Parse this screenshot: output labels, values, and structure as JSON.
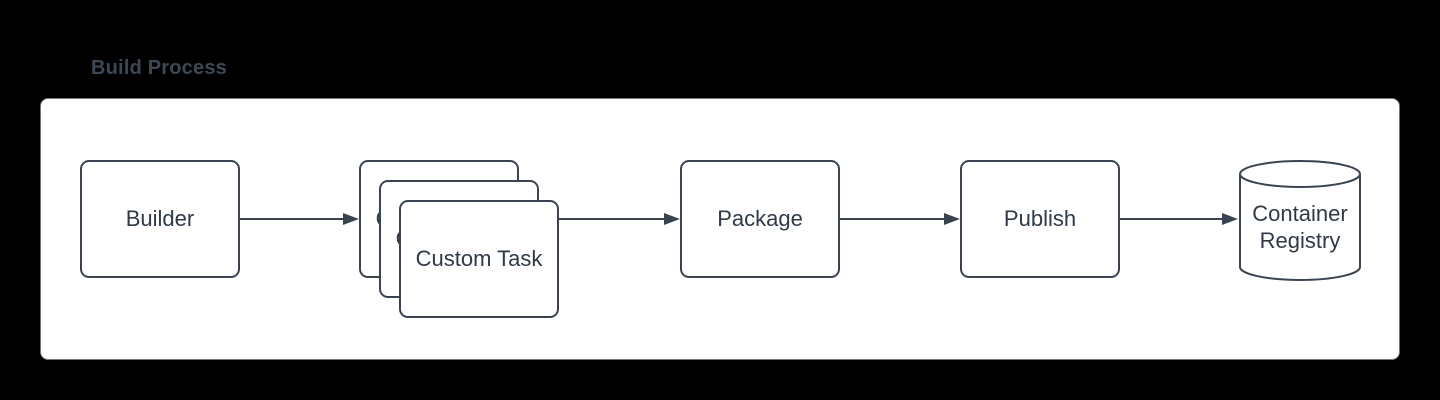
{
  "page": {
    "title": "Build Process"
  },
  "colors": {
    "background": "#000000",
    "panel_fill": "#ffffff",
    "panel_border": "#717a83",
    "shape_border": "#3a4450",
    "shape_fill": "#ffffff",
    "shape_text": "#2f3a46",
    "title_text": "#3c4855",
    "arrow": "#3a4450"
  },
  "nodes": {
    "builder": {
      "label": "Builder",
      "shape": "rectangle"
    },
    "custom_task": {
      "label": "Custom Task",
      "shape": "rectangle",
      "stack_count": 3
    },
    "package": {
      "label": "Package",
      "shape": "rectangle"
    },
    "publish": {
      "label": "Publish",
      "shape": "rectangle"
    },
    "container_registry": {
      "label": "Container Registry",
      "shape": "cylinder"
    }
  },
  "edges": [
    {
      "from": "builder",
      "to": "custom_task"
    },
    {
      "from": "custom_task",
      "to": "package"
    },
    {
      "from": "package",
      "to": "publish"
    },
    {
      "from": "publish",
      "to": "container_registry"
    }
  ]
}
